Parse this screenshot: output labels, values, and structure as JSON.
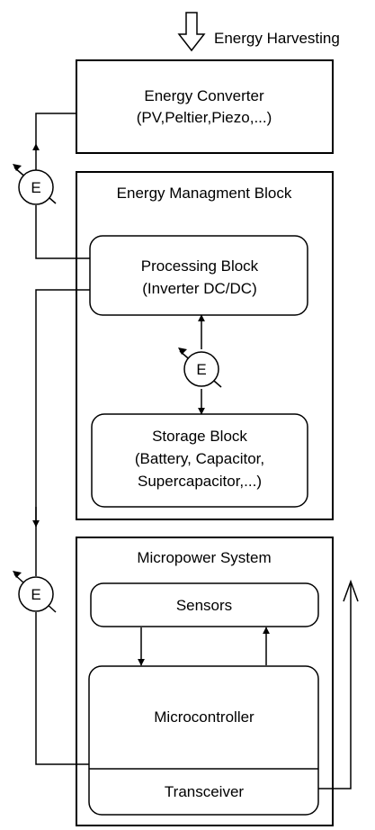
{
  "harvest_label": "Energy Harvesting",
  "converter": {
    "title": "Energy Converter",
    "subtitle": "(PV,Peltier,Piezo,...)"
  },
  "management": {
    "title": "Energy Managment Block",
    "processing": {
      "line1": "Processing Block",
      "line2": "(Inverter DC/DC)"
    },
    "storage": {
      "line1": "Storage Block",
      "line2": "(Battery, Capacitor,",
      "line3": "Supercapacitor,...)"
    }
  },
  "micropower": {
    "title": "Micropower System",
    "sensors": "Sensors",
    "microcontroller": "Microcontroller",
    "transceiver": "Transceiver"
  },
  "meter_symbol": "E"
}
